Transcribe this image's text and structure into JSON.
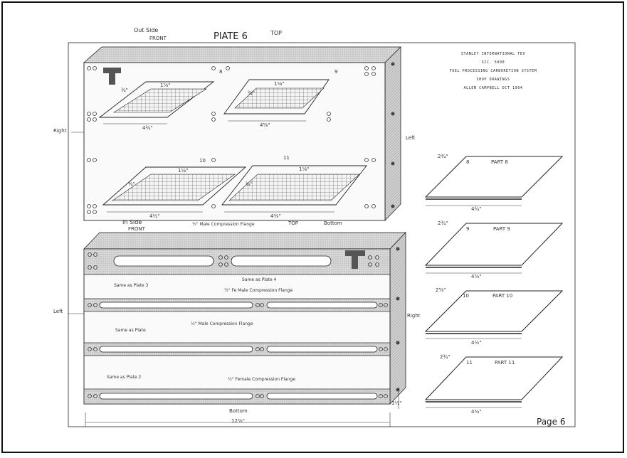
{
  "plate_title": "PlATE 6",
  "page_label": "Page 6",
  "title_block": {
    "line1": "STANLEY INTERNATIONAL TEX",
    "line2": "SIC. 5000",
    "line3": "FUEL PROCESSING CARBURETION SYSTEM",
    "line4": "SHOP DRAWINGS",
    "line5": "ALLEN CAMPBELL OCT 1994"
  },
  "outside_view": {
    "label_side": "Out Side",
    "label_front": "FRONT",
    "label_top": "TOP",
    "label_right": "Right",
    "label_left": "Left",
    "label_bottom": "Bottom",
    "trays": [
      {
        "id": "8",
        "width": "4¾\"",
        "depth": "¾\"",
        "top": "1⅛\""
      },
      {
        "id": "9",
        "width": "4⅝\"",
        "depth": "¾\"",
        "top": "1⅛\""
      },
      {
        "id": "10",
        "width": "4½\"",
        "depth": "¾\"",
        "top": "1⅛\""
      },
      {
        "id": "11",
        "width": "4⅜\"",
        "depth": "¾\"",
        "top": "1⅛\""
      }
    ]
  },
  "inside_view": {
    "label_side": "In Side",
    "label_front": "FRONT",
    "label_top": "TOP",
    "label_left": "Left",
    "label_right": "Right",
    "label_bottom": "Bottom",
    "note_flange_top": "½\" Male Compression Flange",
    "note_same_plate4": "Same as Plate 4",
    "note_same_plate3": "Same as Plate 3",
    "note_male_flange_a": "½\" Fe Male Compression Flange",
    "note_same_plate": "Same as Plate",
    "note_male_flange_b": "½\" Male Compression Flange",
    "note_same_plate2": "Same as Plate 2",
    "note_female_flange": "½\" Female Compression Flange",
    "dim_width": "12⅜\"",
    "dim_height": "3½\""
  },
  "parts": [
    {
      "label": "PART 8",
      "num": "8",
      "top_dim": "2¾\"",
      "bottom_dim": "4¾\""
    },
    {
      "label": "PART 9",
      "num": "9",
      "top_dim": "2¾\"",
      "bottom_dim": "4⅝\""
    },
    {
      "label": "PART 10",
      "num": "10",
      "top_dim": "2⅝\"",
      "bottom_dim": "4½\""
    },
    {
      "label": "PART 11",
      "num": "11",
      "top_dim": "2¾\"",
      "bottom_dim": "4⅜\""
    }
  ]
}
